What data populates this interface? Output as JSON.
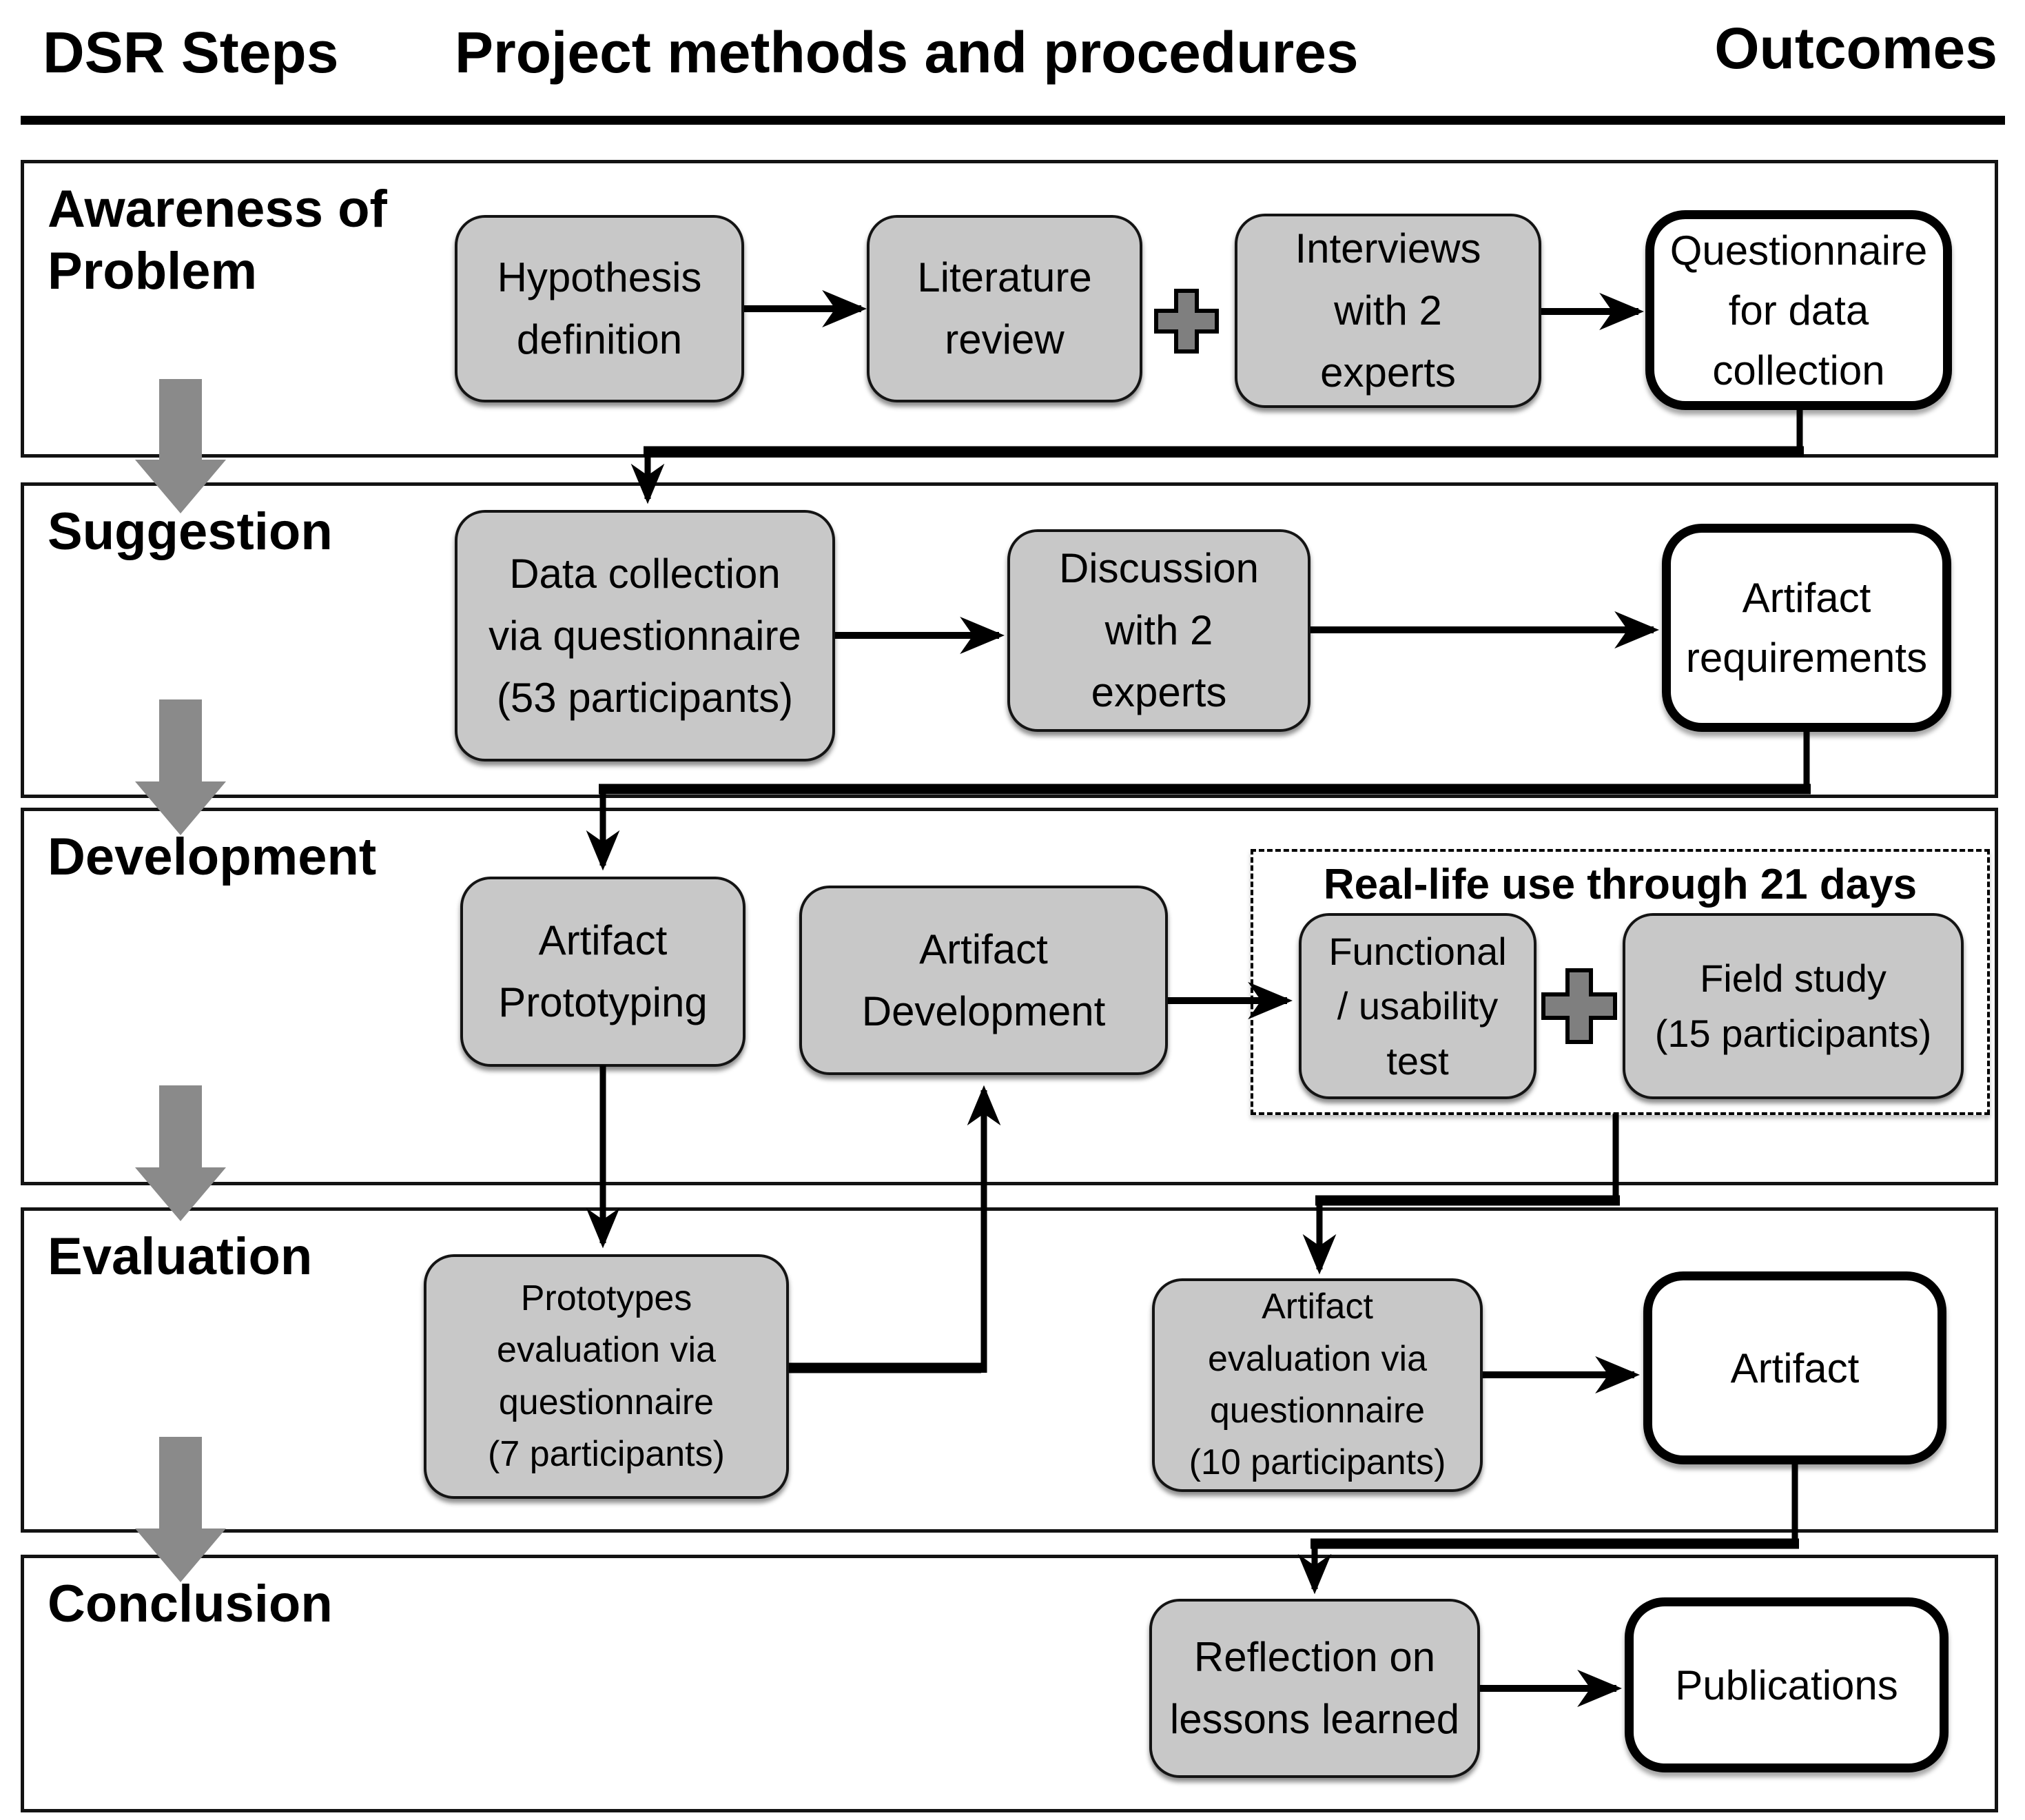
{
  "header": {
    "dsr_steps": "DSR Steps",
    "methods": "Project methods and procedures",
    "outcomes": "Outcomes"
  },
  "colors": {
    "process_box_fill": "#c8c8c8",
    "outcome_box_fill": "#ffffff",
    "border": "#000000",
    "step_arrow_gray": "#8a8a8a",
    "plus_sign_gray": "#7f7f7f"
  },
  "icons": [
    "plus-icon",
    "step-down-arrow",
    "flow-arrowhead"
  ],
  "bands": [
    {
      "label": "Awareness of\nProblem",
      "boxes": [
        {
          "label": "Hypothesis\ndefinition",
          "type": "process"
        },
        {
          "label": "Literature\nreview",
          "type": "process"
        },
        {
          "label": "Interviews\nwith 2\nexperts",
          "type": "process"
        },
        {
          "label": "Questionnaire\nfor data\ncollection",
          "type": "outcome"
        }
      ]
    },
    {
      "label": "Suggestion",
      "boxes": [
        {
          "label": "Data collection\nvia questionnaire\n(53 participants)",
          "type": "process"
        },
        {
          "label": "Discussion\nwith 2\nexperts",
          "type": "process"
        },
        {
          "label": "Artifact\nrequirements",
          "type": "outcome"
        }
      ]
    },
    {
      "label": "Development",
      "group_title": "Real-life use through 21 days",
      "boxes": [
        {
          "label": "Artifact\nPrototyping",
          "type": "process"
        },
        {
          "label": "Artifact\nDevelopment",
          "type": "process"
        },
        {
          "label": "Functional\n/ usability\ntest",
          "type": "process"
        },
        {
          "label": "Field study\n(15 participants)",
          "type": "process"
        }
      ]
    },
    {
      "label": "Evaluation",
      "boxes": [
        {
          "label": "Prototypes\nevaluation via\nquestionnaire\n(7 participants)",
          "type": "process"
        },
        {
          "label": "Artifact\nevaluation via\nquestionnaire\n(10 participants)",
          "type": "process"
        },
        {
          "label": "Artifact",
          "type": "outcome"
        }
      ]
    },
    {
      "label": "Conclusion",
      "boxes": [
        {
          "label": "Reflection on\nlessons learned",
          "type": "process"
        },
        {
          "label": "Publications",
          "type": "outcome"
        }
      ]
    }
  ]
}
